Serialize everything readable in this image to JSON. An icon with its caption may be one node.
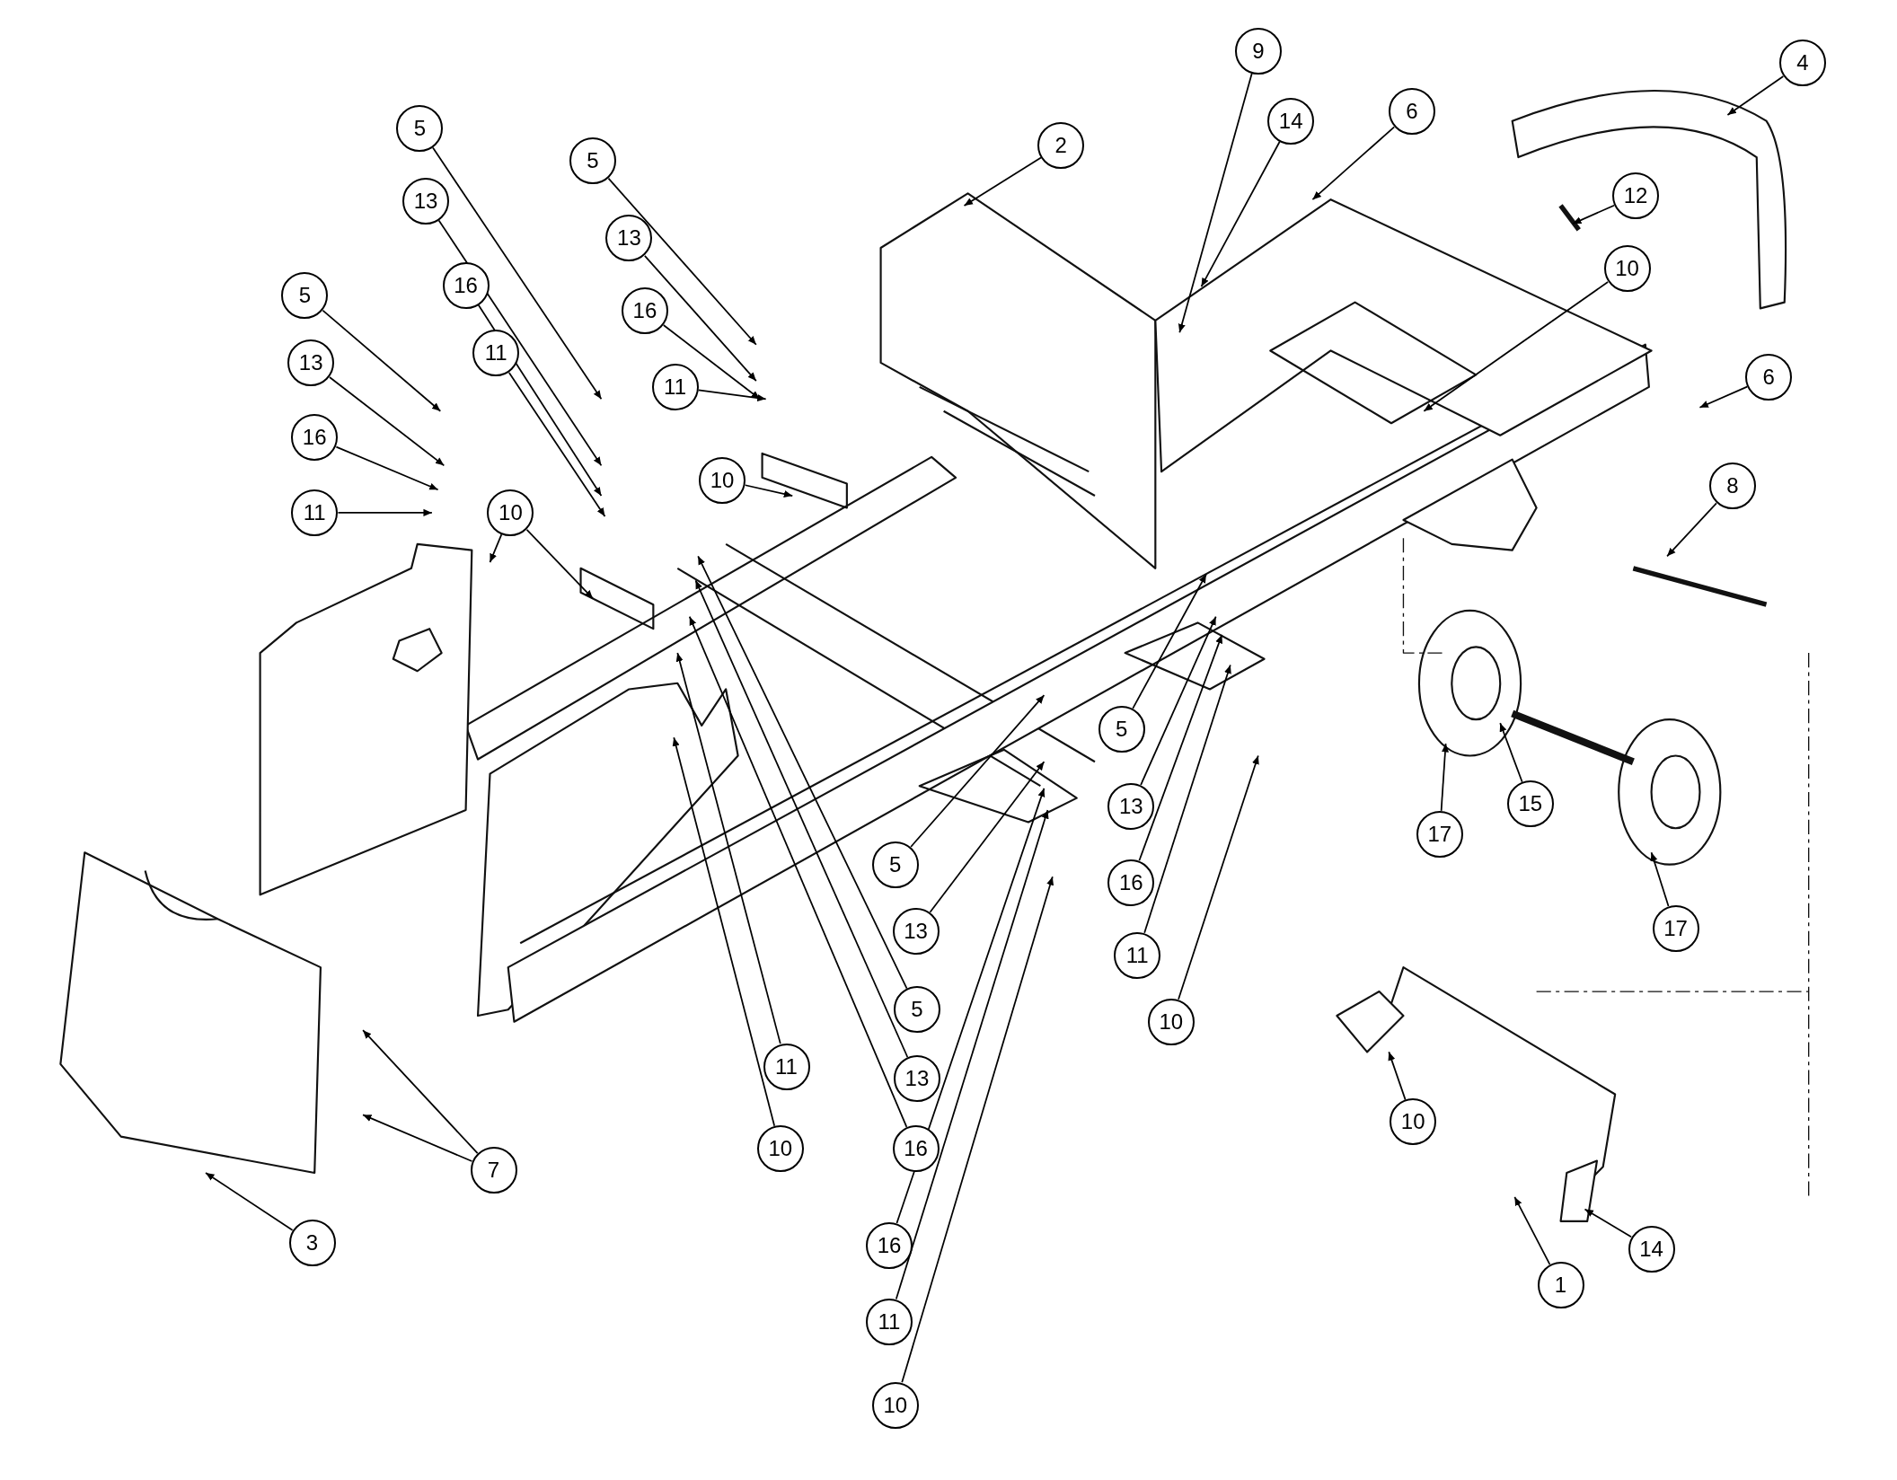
{
  "diagram": {
    "nodes": [
      {
        "text": [
          "9"
        ]
      },
      {
        "text": [
          "4"
        ]
      },
      {
        "text": [
          "14"
        ]
      },
      {
        "text": [
          "6"
        ]
      },
      {
        "text": [
          "5"
        ]
      },
      {
        "text": [
          "2"
        ]
      },
      {
        "text": [
          "5"
        ]
      },
      {
        "text": [
          "13"
        ]
      },
      {
        "text": [
          "12"
        ]
      },
      {
        "text": [
          "13"
        ]
      },
      {
        "text": [
          "10"
        ]
      },
      {
        "text": [
          "16"
        ]
      },
      {
        "text": [
          "5"
        ]
      },
      {
        "text": [
          "16"
        ]
      },
      {
        "text": [
          "11"
        ]
      },
      {
        "text": [
          "13"
        ]
      },
      {
        "text": [
          "6"
        ]
      },
      {
        "text": [
          "11"
        ]
      },
      {
        "text": [
          "16"
        ]
      },
      {
        "text": [
          "10"
        ]
      },
      {
        "text": [
          "8"
        ]
      },
      {
        "text": [
          "10"
        ]
      },
      {
        "text": [
          "11"
        ]
      },
      {
        "text": [
          "5"
        ]
      },
      {
        "text": [
          "15"
        ]
      },
      {
        "text": [
          "13"
        ]
      },
      {
        "text": [
          "17"
        ]
      },
      {
        "text": [
          "5"
        ]
      },
      {
        "text": [
          "16"
        ]
      },
      {
        "text": [
          "17"
        ]
      },
      {
        "text": [
          "13"
        ]
      },
      {
        "text": [
          "11"
        ]
      },
      {
        "text": [
          "5"
        ]
      },
      {
        "text": [
          "10"
        ]
      },
      {
        "text": [
          "11"
        ]
      },
      {
        "text": [
          "13"
        ]
      },
      {
        "text": [
          "10"
        ]
      },
      {
        "text": [
          "10"
        ]
      },
      {
        "text": [
          "16"
        ]
      },
      {
        "text": [
          "7"
        ]
      },
      {
        "text": [
          "3"
        ]
      },
      {
        "text": [
          "14"
        ]
      },
      {
        "text": [
          "16"
        ]
      },
      {
        "text": [
          "1"
        ]
      },
      {
        "text": [
          "11"
        ]
      },
      {
        "text": [
          "10"
        ]
      }
    ],
    "edges": [
      {
        "from": 0,
        "to": null,
        "arrow": "to"
      },
      {
        "from": 1,
        "to": null,
        "arrow": "to"
      },
      {
        "from": 2,
        "to": null,
        "arrow": "to"
      },
      {
        "from": 3,
        "to": null,
        "arrow": "to"
      },
      {
        "from": 4,
        "to": null,
        "arrow": "to"
      },
      {
        "from": 5,
        "to": null,
        "arrow": "to"
      },
      {
        "from": 6,
        "to": null,
        "arrow": "to"
      },
      {
        "from": 7,
        "to": null,
        "arrow": "to"
      },
      {
        "from": 8,
        "to": null,
        "arrow": "to"
      },
      {
        "from": 9,
        "to": null,
        "arrow": "to"
      },
      {
        "from": 10,
        "to": null,
        "arrow": "to"
      },
      {
        "from": 11,
        "to": null,
        "arrow": "to"
      },
      {
        "from": 12,
        "to": null,
        "arrow": "to"
      },
      {
        "from": 13,
        "to": null,
        "arrow": "to"
      },
      {
        "from": 14,
        "to": null,
        "arrow": "to"
      },
      {
        "from": 15,
        "to": null,
        "arrow": "to"
      },
      {
        "from": 16,
        "to": null,
        "arrow": "to"
      },
      {
        "from": 17,
        "to": null,
        "arrow": "to"
      },
      {
        "from": 18,
        "to": null,
        "arrow": "to"
      },
      {
        "from": 19,
        "to": null,
        "arrow": "to"
      },
      {
        "from": 20,
        "to": null,
        "arrow": "to"
      },
      {
        "from": 21,
        "to": null,
        "arrow": "to"
      },
      {
        "from": 21,
        "to": null,
        "arrow": "to"
      },
      {
        "from": 22,
        "to": null,
        "arrow": "to"
      },
      {
        "from": 23,
        "to": null,
        "arrow": "to"
      },
      {
        "from": 24,
        "to": null,
        "arrow": "to"
      },
      {
        "from": 25,
        "to": null,
        "arrow": "to"
      },
      {
        "from": 26,
        "to": null,
        "arrow": "to"
      },
      {
        "from": 27,
        "to": null,
        "arrow": "to"
      },
      {
        "from": 28,
        "to": null,
        "arrow": "to"
      },
      {
        "from": 29,
        "to": null,
        "arrow": "to"
      },
      {
        "from": 30,
        "to": null,
        "arrow": "to"
      },
      {
        "from": 31,
        "to": null,
        "arrow": "to"
      },
      {
        "from": 32,
        "to": null,
        "arrow": "to"
      },
      {
        "from": 33,
        "to": null,
        "arrow": "to"
      },
      {
        "from": 34,
        "to": null,
        "arrow": "to"
      },
      {
        "from": 35,
        "to": null,
        "arrow": "to"
      },
      {
        "from": 36,
        "to": null,
        "arrow": "to"
      },
      {
        "from": 37,
        "to": null,
        "arrow": "to"
      },
      {
        "from": 38,
        "to": null,
        "arrow": "to"
      },
      {
        "from": 39,
        "to": null,
        "arrow": "to"
      },
      {
        "from": 39,
        "to": null,
        "arrow": "to"
      },
      {
        "from": 40,
        "to": null,
        "arrow": "to"
      },
      {
        "from": 41,
        "to": null,
        "arrow": "to"
      },
      {
        "from": 42,
        "to": null,
        "arrow": "to"
      },
      {
        "from": 43,
        "to": null,
        "arrow": "to"
      },
      {
        "from": 44,
        "to": null,
        "arrow": "to"
      },
      {
        "from": 45,
        "to": null,
        "arrow": "to"
      }
    ]
  }
}
